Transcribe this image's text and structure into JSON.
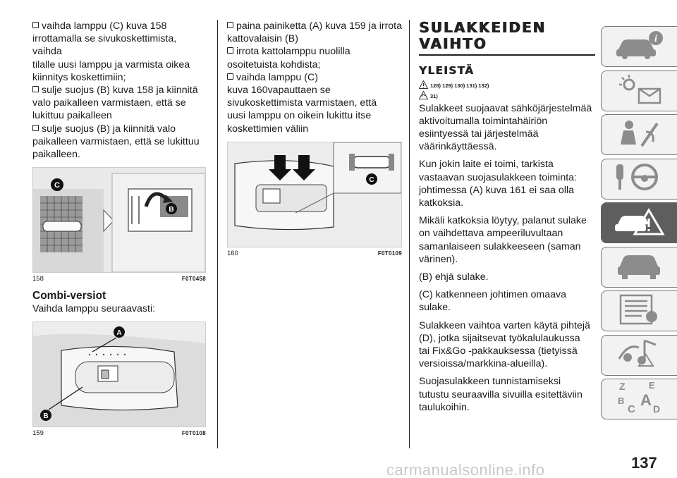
{
  "col1": {
    "lines": [
      {
        "bullet": true,
        "text": "vaihda lamppu (C) kuva 158"
      },
      {
        "bullet": false,
        "text": "irrottamalla se sivukoskettimista, vaihda"
      },
      {
        "bullet": false,
        "text": "tilalle uusi lamppu ja varmista oikea"
      },
      {
        "bullet": false,
        "text": "kiinnitys koskettimiin;"
      },
      {
        "bullet": true,
        "text": "sulje suojus (B) kuva 158 ja kiinnitä"
      },
      {
        "bullet": false,
        "text": "valo paikalleen varmistaen, että se"
      },
      {
        "bullet": false,
        "text": "lukittuu paikalleen"
      },
      {
        "bullet": true,
        "text": "sulje suojus (B) ja kiinnitä valo"
      },
      {
        "bullet": false,
        "text": "paikalleen varmistaen, että se lukittuu"
      },
      {
        "bullet": false,
        "text": "paikalleen."
      }
    ],
    "fig1": {
      "num": "158",
      "code": "F0T0458",
      "labels": [
        "C",
        "B"
      ]
    },
    "heading": "Combi-versiot",
    "intro": "Vaihda lamppu seuraavasti:",
    "fig2": {
      "num": "159",
      "code": "F0T0108",
      "labels": [
        "A",
        "B"
      ]
    }
  },
  "col2": {
    "lines": [
      {
        "bullet": true,
        "text": "paina painiketta (A) kuva 159 ja irrota"
      },
      {
        "bullet": false,
        "text": "kattovalaisin (B)"
      },
      {
        "bullet": true,
        "text": "irrota kattolamppu nuolilla"
      },
      {
        "bullet": false,
        "text": "osoitetuista kohdista;"
      },
      {
        "bullet": true,
        "text": "vaihda lamppu (C)"
      },
      {
        "bullet": false,
        "text": "kuva 160vapauttaen se"
      },
      {
        "bullet": false,
        "text": "sivukoskettimista varmistaen, että"
      },
      {
        "bullet": false,
        "text": "uusi lamppu on oikein lukittu itse"
      },
      {
        "bullet": false,
        "text": "koskettimien väliin"
      }
    ],
    "fig": {
      "num": "160",
      "code": "F0T0109",
      "labels": [
        "C"
      ]
    }
  },
  "col3": {
    "title1": "SULAKKEIDEN",
    "title2": "VAIHTO",
    "subtitle": "YLEISTÄ",
    "warn1": "128) 129) 130) 131) 132)",
    "warn2": "31)",
    "paragraphs": [
      [
        "Sulakkeet suojaavat sähköjärjestelmää",
        "aktivoitumalla toimintahäiriön",
        "esiintyessä tai järjestelmää",
        "väärinkäyttäessä."
      ],
      [
        "Kun jokin laite ei toimi, tarkista",
        "vastaavan suojasulakkeen toiminta:",
        "johtimessa (A) kuva 161 ei saa olla",
        "katkoksia."
      ],
      [
        "Mikäli katkoksia löytyy, palanut sulake",
        "on vaihdettava ampeeriluvultaan",
        "samanlaiseen sulakkeeseen (saman",
        "värinen)."
      ],
      [
        "(B) ehjä sulake."
      ],
      [
        "(C) katkenneen johtimen omaava",
        "sulake."
      ],
      [
        "Sulakkeen vaihtoa varten käytä pihtejä",
        "(D), jotka sijaitsevat työkalulaukussa",
        "tai Fix&Go -pakkauksessa (tietyissä",
        "versioissa/markkina-alueilla)."
      ],
      [
        "Suojasulakkeen tunnistamiseksi",
        "tutustu seuraavilla sivuilla esitettäviin",
        "taulukoihin."
      ]
    ]
  },
  "sidebar": {
    "tabs": [
      {
        "icon": "car-info-icon",
        "active": false
      },
      {
        "icon": "dashboard-lights-icon",
        "active": false
      },
      {
        "icon": "seat-airbag-icon",
        "active": false
      },
      {
        "icon": "key-steering-icon",
        "active": false
      },
      {
        "icon": "emergency-car-icon",
        "active": true
      },
      {
        "icon": "car-service-icon",
        "active": false
      },
      {
        "icon": "specifications-list-icon",
        "active": false
      },
      {
        "icon": "multimedia-icon",
        "active": false
      },
      {
        "icon": "alphabetical-index-icon",
        "active": false
      }
    ],
    "index_letters": [
      "Z",
      "E",
      "B",
      "A",
      "C",
      "D"
    ]
  },
  "page_number": "137",
  "watermark": "carmanualsonline.info"
}
